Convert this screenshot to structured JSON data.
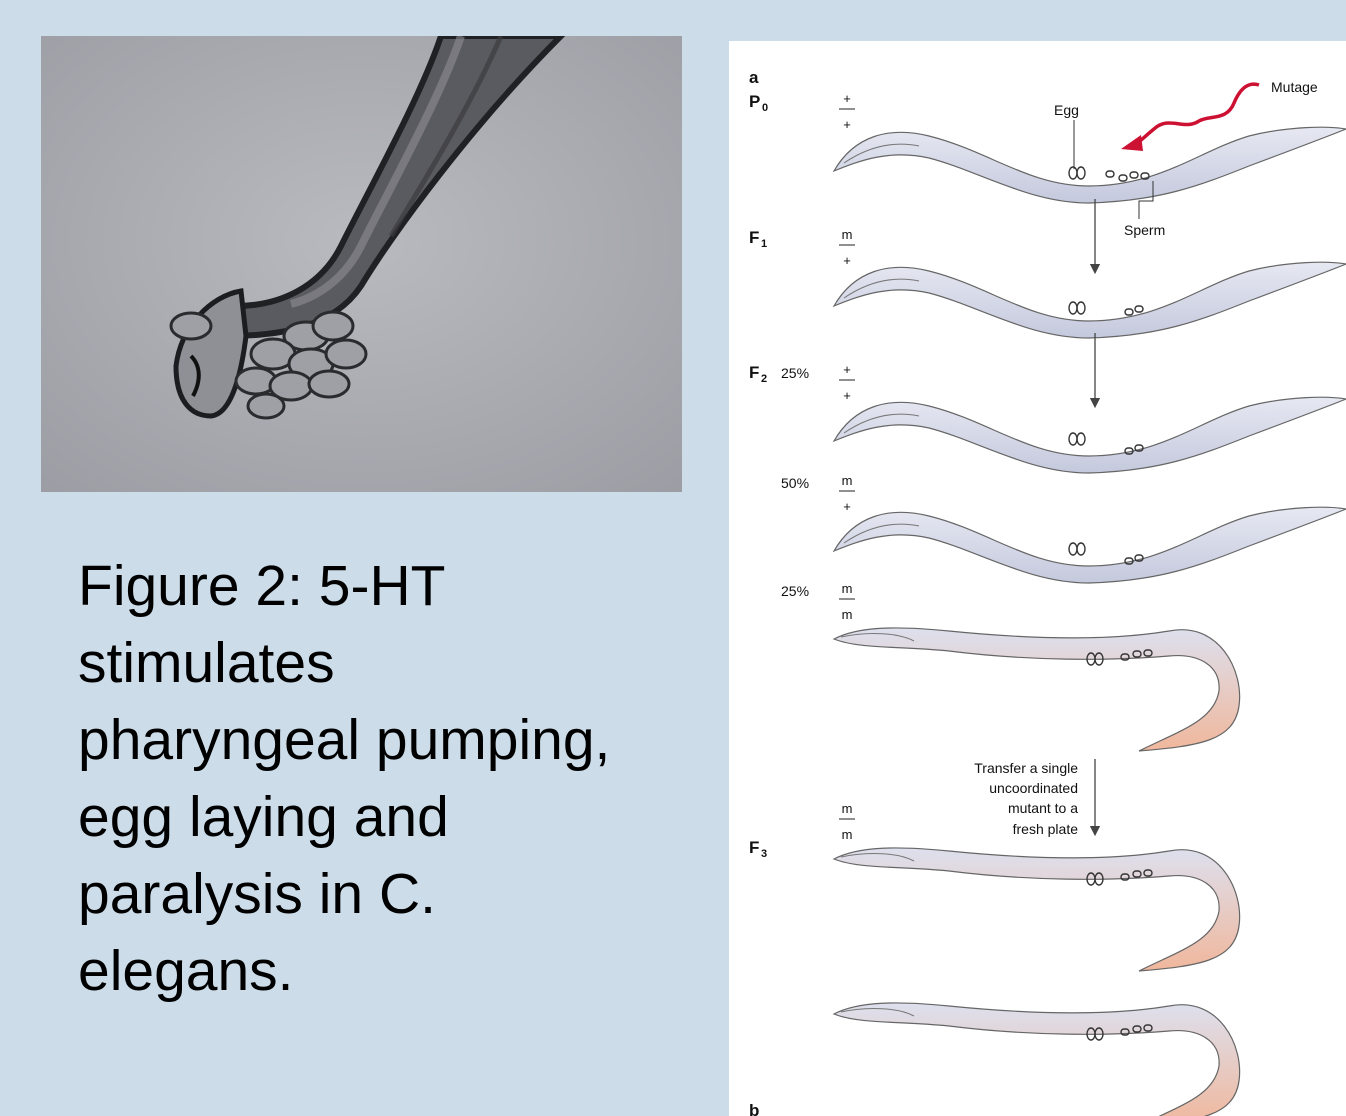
{
  "caption": {
    "lines": [
      "Figure 2: 5-HT",
      "stimulates",
      "pharyngeal pumping,",
      "egg laying and",
      "paralysis in C.",
      "elegans."
    ]
  },
  "diagram": {
    "panel_a": "a",
    "panel_b": "b",
    "mutagen_label": "Mutage",
    "egg_label": "Egg",
    "sperm_label": "Sperm",
    "generations": {
      "p0": {
        "letter": "P",
        "sub": "0"
      },
      "f1": {
        "letter": "F",
        "sub": "1"
      },
      "f2": {
        "letter": "F",
        "sub": "2"
      },
      "f3": {
        "letter": "F",
        "sub": "3"
      }
    },
    "percentages": {
      "p25a": "25%",
      "p50": "50%",
      "p25b": "25%"
    },
    "genotypes": {
      "g0": {
        "top": "+",
        "bottom": "+"
      },
      "g1": {
        "top": "m",
        "bottom": "+"
      },
      "g2": {
        "top": "+",
        "bottom": "+"
      },
      "g3": {
        "top": "m",
        "bottom": "+"
      },
      "g4": {
        "top": "m",
        "bottom": "m"
      },
      "g5": {
        "top": "m",
        "bottom": "m"
      }
    },
    "transfer_lines": [
      "Transfer a single",
      "uncoordinated",
      "mutant to a",
      "fresh plate"
    ],
    "colors": {
      "wildtype_worm": "#d5d9ea",
      "mutant_worm": "#f0b79c",
      "mutagen_arrow": "#cc1133"
    }
  }
}
